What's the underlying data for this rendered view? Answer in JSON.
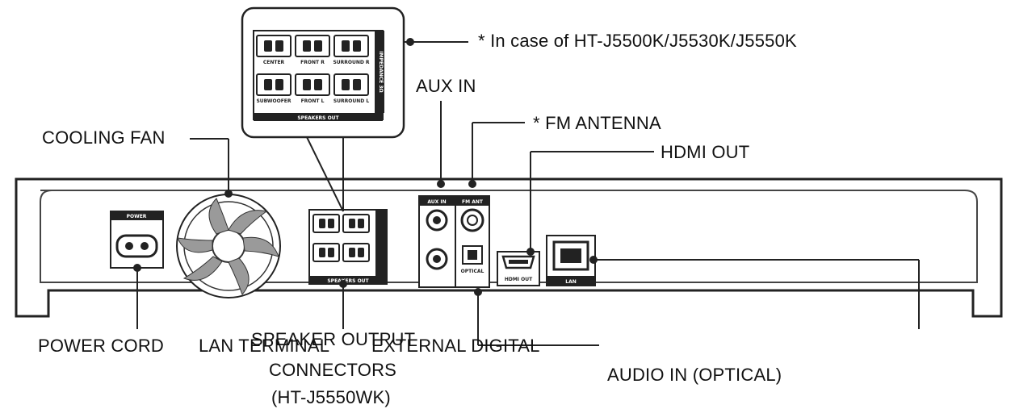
{
  "callouts": {
    "variant_note": "* In case of HT-J5500K/J5530K/J5550K",
    "aux_in": "AUX IN",
    "fm_antenna": "* FM ANTENNA",
    "cooling_fan": "COOLING FAN",
    "hdmi_out": "HDMI OUT",
    "power_cord": "POWER CORD",
    "lan_terminal": "LAN TERMINAL",
    "speaker_output_line1": "SPEAKER OUTPUT",
    "speaker_output_line2": "CONNECTORS",
    "speaker_output_line3": "(HT-J5550WK)",
    "external_digital": "EXTERNAL DIGITAL",
    "audio_in_optical": "AUDIO IN (OPTICAL)"
  },
  "panel_labels": {
    "power": "POWER",
    "aux_in": "AUX IN",
    "fm_ant": "FM ANT",
    "optical": "OPTICAL",
    "hdmi_out": "HDMI OUT",
    "lan": "LAN",
    "speakers_out": "SPEAKERS OUT",
    "impedance": "IMPEDANCE 3Ω",
    "center": "CENTER",
    "front_r": "FRONT R",
    "front_l": "FRONT L",
    "surround_r": "SURROUND R",
    "surround_l": "SURROUND L",
    "subwoofer": "SUBWOOFER"
  }
}
